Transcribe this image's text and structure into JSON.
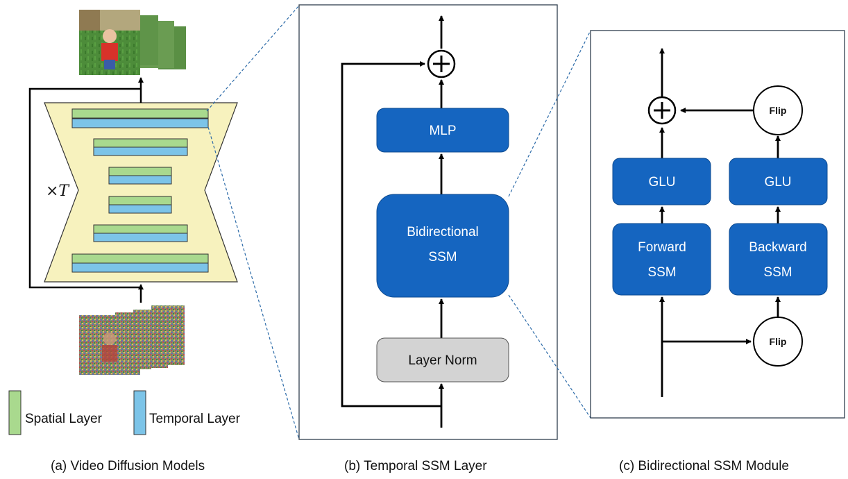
{
  "panel_a": {
    "repeat_label": "×T",
    "legend": {
      "spatial": "Spatial Layer",
      "temporal": "Temporal Layer"
    },
    "caption": "(a) Video Diffusion Models",
    "colors": {
      "spatial": "#a9d98e",
      "temporal": "#7cc4e8",
      "hourglass": "#f7f2be"
    }
  },
  "panel_b": {
    "blocks": {
      "mlp": "MLP",
      "bissm_line1": "Bidirectional",
      "bissm_line2": "SSM",
      "layer_norm": "Layer Norm"
    },
    "caption": "(b) Temporal SSM Layer"
  },
  "panel_c": {
    "blocks": {
      "glu_left": "GLU",
      "glu_right": "GLU",
      "forward_line1": "Forward",
      "forward_line2": "SSM",
      "backward_line1": "Backward",
      "backward_line2": "SSM",
      "flip_top": "Flip",
      "flip_bottom": "Flip"
    },
    "caption": "(c) Bidirectional SSM Module"
  },
  "colors": {
    "block_blue": "#1565c0",
    "block_gray": "#d3d3d3"
  }
}
